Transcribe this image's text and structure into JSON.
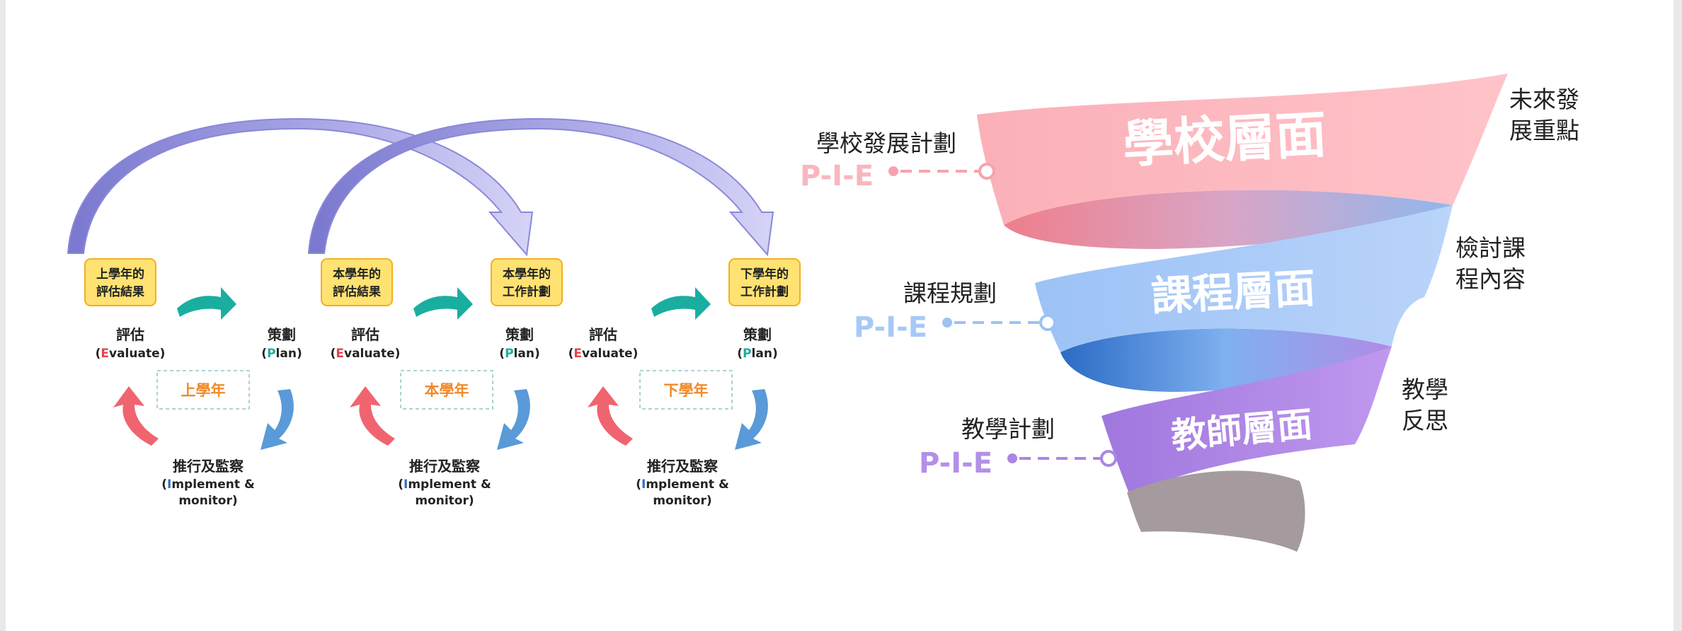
{
  "cycle_diagram": {
    "prev_year": {
      "box": [
        "上學年的",
        "評估結果"
      ],
      "evaluate": {
        "zh": "評估",
        "en_letter": "E",
        "en_rest": "valuate"
      },
      "plan": {
        "zh": "策劃",
        "en_letter": "P",
        "en_rest": "lan"
      },
      "implement": {
        "zh": "推行及監察",
        "en_letter": "I",
        "en_rest": "mplement &",
        "en_line2": "monitor"
      },
      "year_label": "上學年"
    },
    "this_year": {
      "box_left": [
        "本學年的",
        "評估結果"
      ],
      "box_right": [
        "本學年的",
        "工作計劃"
      ],
      "evaluate": {
        "zh": "評估",
        "en_letter": "E",
        "en_rest": "valuate"
      },
      "plan": {
        "zh": "策劃",
        "en_letter": "P",
        "en_rest": "lan"
      },
      "implement": {
        "zh": "推行及監察",
        "en_letter": "I",
        "en_rest": "mplement &",
        "en_line2": "monitor"
      },
      "year_label": "本學年"
    },
    "next_year": {
      "box_right": [
        "下學年的",
        "工作計劃"
      ],
      "evaluate": {
        "zh": "評估",
        "en_letter": "E",
        "en_rest": "valuate"
      },
      "plan": {
        "zh": "策劃",
        "en_letter": "P",
        "en_rest": "lan"
      },
      "implement": {
        "zh": "推行及監察",
        "en_letter": "I",
        "en_rest": "mplement &",
        "en_line2": "monitor"
      },
      "year_label": "下學年"
    }
  },
  "funnel_diagram": {
    "levels": [
      {
        "title": "學校層面",
        "left_label": "學校發展計劃",
        "pie": "P-I-E",
        "right_label": [
          "未來發",
          "展重點"
        ],
        "color": "#f08f9b"
      },
      {
        "title": "課程層面",
        "left_label": "課程規劃",
        "pie": "P-I-E",
        "right_label": [
          "檢討課",
          "程內容"
        ],
        "color": "#8fbaf3"
      },
      {
        "title": "教師層面",
        "left_label": "教學計劃",
        "pie": "P-I-E",
        "right_label": [
          "教學",
          "反思"
        ],
        "color": "#ad7fe3"
      }
    ]
  },
  "colors": {
    "evaluate_red": "#e2424e",
    "plan_teal": "#1aaea0",
    "implement_blue": "#2f6fbf",
    "year_label_orange": "#f08a2a",
    "box_fill": "#ffe272",
    "box_stroke": "#f2b01f"
  }
}
